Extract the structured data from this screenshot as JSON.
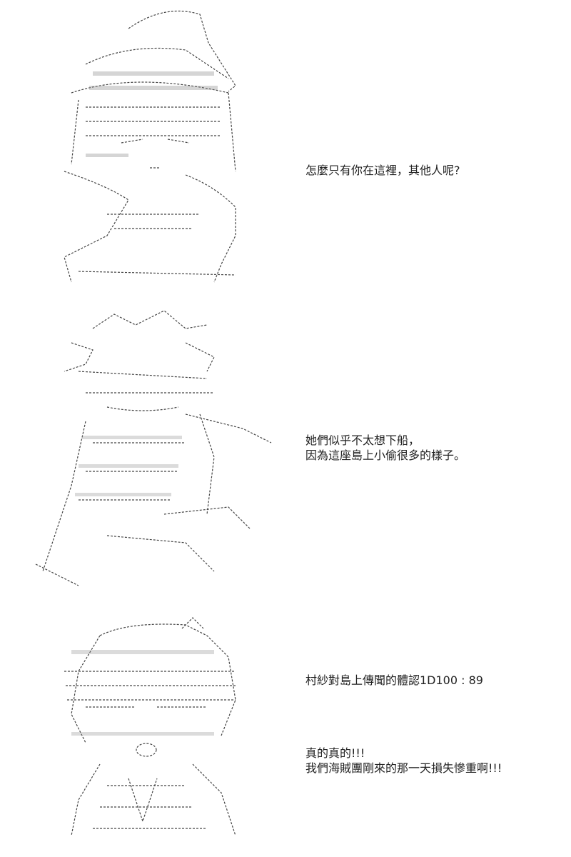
{
  "colors": {
    "background": "#ffffff",
    "text": "#222222",
    "art_stroke": "#444444"
  },
  "panels": [
    {
      "art_subject": "ascii-art-character-with-hat",
      "dialogue": "怎麼只有你在這裡，其他人呢?"
    },
    {
      "art_subject": "ascii-art-character-pointing",
      "dialogue": "她們似乎不太想下船，\n因為這座島上小偷很多的樣子。"
    },
    {
      "art_subject": "ascii-art-character-surprised",
      "dialogue_a": "村紗對島上傳聞的體認1D100 : 89",
      "dialogue_b": "真的真的!!!\n我們海賊團剛來的那一天損失慘重啊!!!"
    }
  ]
}
